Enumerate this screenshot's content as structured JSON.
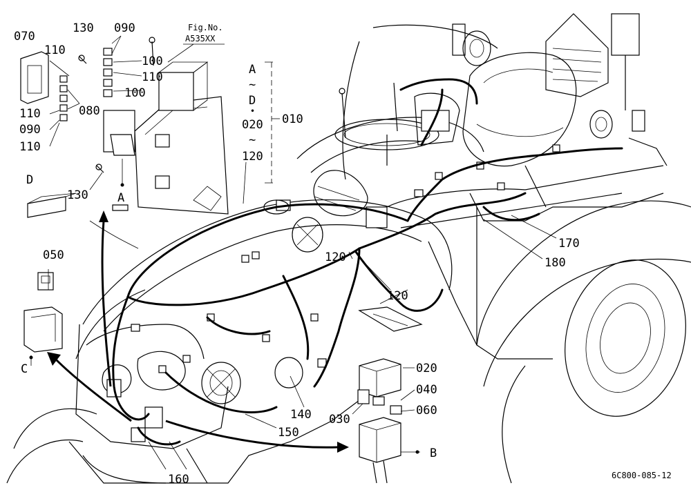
{
  "figure": {
    "fig_no_label": "Fig.No.",
    "fig_no_value": "A535XX",
    "drawing_code": "6C800-085-12"
  },
  "labels": {
    "p070": "070",
    "p130a": "130",
    "p090a": "090",
    "p110a": "110",
    "p100a": "100",
    "p110b": "110",
    "p100b": "100",
    "p110c": "110",
    "p080": "080",
    "p090b": "090",
    "p110d": "110",
    "p130b": "130",
    "pD": "D",
    "pA": "A",
    "range_a": "A",
    "range_tilde1": "~",
    "range_d": "D",
    "range_dot": "・",
    "range_020": "020",
    "range_tilde2": "~",
    "range_120": "120",
    "p010": "010",
    "p050": "050",
    "pC": "C",
    "p170": "170",
    "p180": "180",
    "p120a": "120",
    "p120b": "120",
    "p020": "020",
    "p040": "040",
    "p030": "030",
    "p060": "060",
    "p140": "140",
    "p150": "150",
    "pB": "B",
    "p160": "160"
  }
}
